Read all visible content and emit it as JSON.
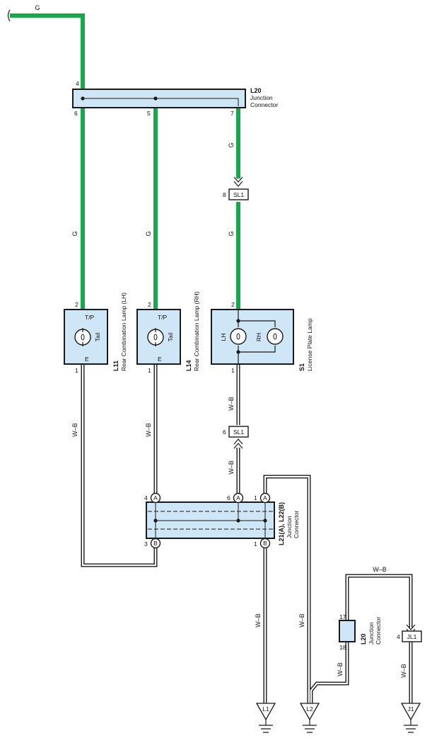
{
  "wire_colors": {
    "green": "G",
    "white_black": "W–B"
  },
  "color_hex": {
    "green_wire": "#17a84b",
    "connector_fill": "#cfe6f7",
    "line": "#1a1a1a"
  },
  "connectors": {
    "l20_top": {
      "id": "L20",
      "name_line1": "Junction",
      "name_line2": "Connector"
    },
    "l11": {
      "id": "L11",
      "name": "Rear Combination Lamp (LH)",
      "terminal_top": "T/P",
      "terminal_bottom": "E",
      "bulb_label": "Tail"
    },
    "l14": {
      "id": "L14",
      "name": "Rear Combination Lamp (RH)",
      "terminal_top": "T/P",
      "terminal_bottom": "E",
      "bulb_label": "Tail"
    },
    "s1": {
      "id": "S1",
      "name": "License Plate Lamp",
      "bulb_left": "LH",
      "bulb_right": "RH"
    },
    "l21_l22": {
      "id": "L21(A), L22(B)",
      "name_line1": "Junction",
      "name_line2": "Connector"
    },
    "l20_small": {
      "id": "L20",
      "name_line1": "Junction",
      "name_line2": "Connector"
    }
  },
  "inline_connectors": {
    "sl1": "SL1",
    "jl1": "JL1"
  },
  "pins": {
    "l20_in": "4",
    "l20_out1": "6",
    "l20_out2": "5",
    "l20_out3": "7",
    "sl1_top": "8",
    "sl1_bottom": "6",
    "l11_top": "2",
    "l11_bottom": "1",
    "l14_top": "2",
    "l14_bottom": "1",
    "s1_top": "2",
    "s1_bottom": "1",
    "jc_a1": "4",
    "jc_a2": "6",
    "jc_a3": "1",
    "jc_b1": "3",
    "jc_b2": "1",
    "l20s_top": "17",
    "l20s_bottom": "18",
    "jl1_pin": "4"
  },
  "pin_letters": {
    "a": "A",
    "b": "B"
  },
  "grounds": [
    "L1",
    "L2",
    "J1"
  ]
}
